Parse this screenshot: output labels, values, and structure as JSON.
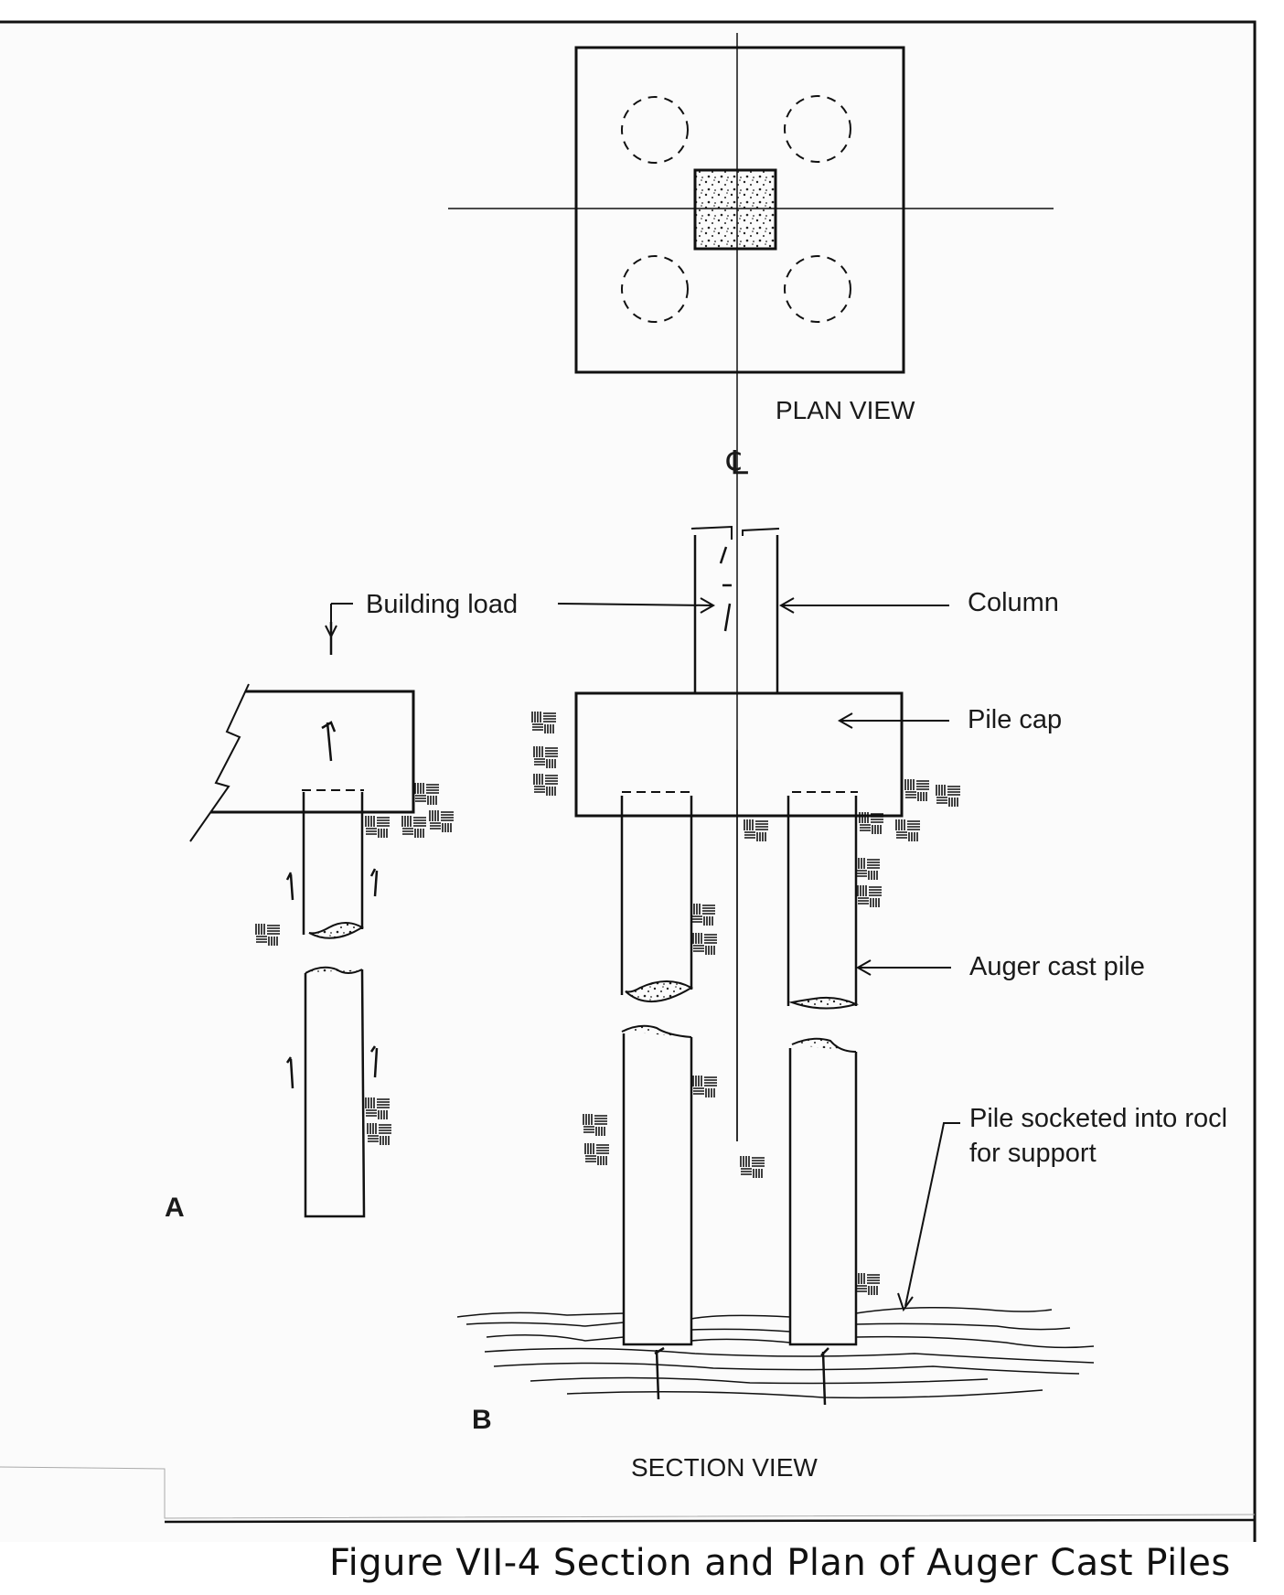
{
  "labels": {
    "plan_view": "PLAN VIEW",
    "centerline_symbol": "℄",
    "building_load": "Building load",
    "column": "Column",
    "pile_cap": "Pile cap",
    "auger_cast_pile": "Auger cast pile",
    "pile_socketed_line1": "Pile socketed into rocl",
    "pile_socketed_line2": "for support",
    "detail_a": "A",
    "detail_b": "B",
    "section_view": "SECTION VIEW"
  },
  "caption": "Figure VII-4 Section and Plan of Auger Cast Piles",
  "colors": {
    "ink": "#1a1a1a",
    "paper": "#fbfbfb",
    "background": "#ffffff"
  }
}
